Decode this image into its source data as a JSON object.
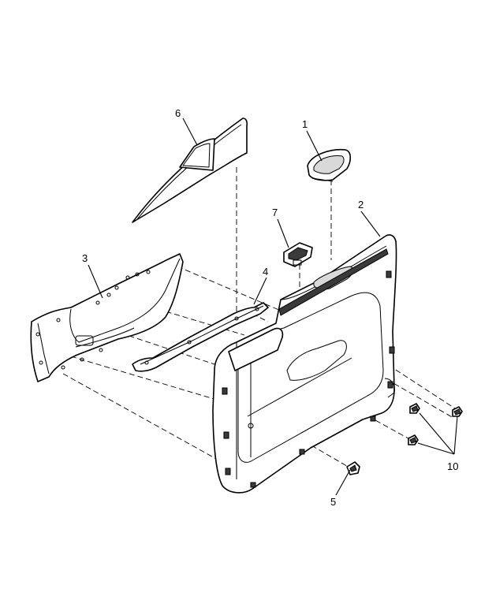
{
  "callouts": {
    "c1": "1",
    "c2": "2",
    "c3": "3",
    "c4": "4",
    "c5": "5",
    "c6": "6",
    "c7": "7",
    "c10": "10"
  }
}
